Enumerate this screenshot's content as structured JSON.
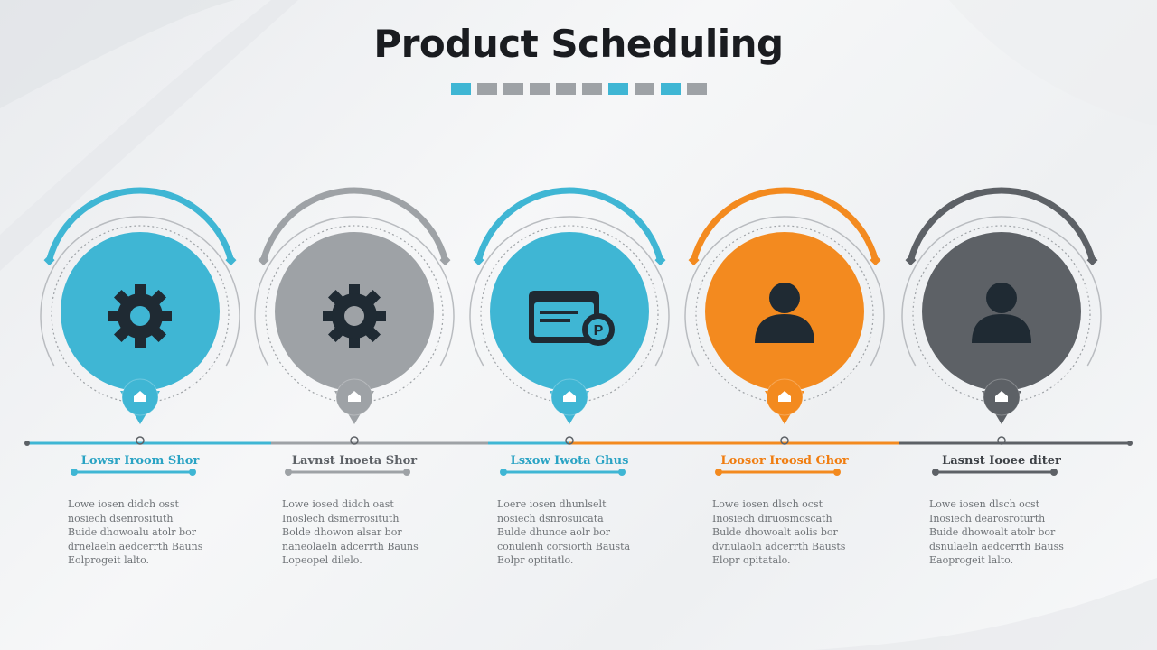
{
  "title": "Product Scheduling",
  "title_dots": [
    "#3fb6d4",
    "#9ea2a6",
    "#9ea2a6",
    "#9ea2a6",
    "#9ea2a6",
    "#9ea2a6",
    "#3fb6d4",
    "#9ea2a6",
    "#3fb6d4",
    "#9ea2a6"
  ],
  "steps": [
    {
      "color": "#3fb6d4",
      "text_color": "#2aa3c4",
      "icon": "gear-icon",
      "heading": "Lowsr Iroom Shor",
      "body": [
        "Lowe iosen didch osst",
        "nosiech dsenrosituth",
        "Buide dhowoalu atolr bor",
        "drnelaeln aedcerrth Bauns",
        "Eolprogeit lalto."
      ]
    },
    {
      "color": "#9ea2a6",
      "text_color": "#5d6166",
      "icon": "gear-icon",
      "heading": "Lavnst Inoeta Shor",
      "body": [
        "Lowe iosed didch oast",
        "Inoslech dsmerrosituth",
        "Bolde dhowon alsar bor",
        "naneolaeln adcerrth Bauns",
        "Lopeopel dilelo."
      ]
    },
    {
      "color": "#3fb6d4",
      "text_color": "#2aa3c4",
      "icon": "payment-card-icon",
      "heading": "Lsxow Iwota Ghus",
      "body": [
        "Loere iosen dhunlselt",
        "nosiech dsnrosuicata",
        "Bulde dhunoe aolr bor",
        "conulenh corsiorth Bausta",
        "Eolpr optitatlo."
      ]
    },
    {
      "color": "#f38a1f",
      "text_color": "#f07d10",
      "icon": "user-icon",
      "heading": "Loosor Iroosd Ghor",
      "body": [
        "Lowe iosen dlsch ocst",
        "Inosiech diruosmoscath",
        "Bulde dhowoalt aolis bor",
        "dvnulaoln adcerrth Bausts",
        "Elopr opitatalo."
      ]
    },
    {
      "color": "#5d6166",
      "text_color": "#3d4146",
      "icon": "user-icon",
      "heading": "Lasnst Iooee diter",
      "body": [
        "Lowe iosen dlsch ocst",
        "Inosiech dearosroturth",
        "Buide dhowoalt atolr bor",
        "dsnulaeln aedcerrth Bauss",
        "Eaoprogeit lalto."
      ]
    }
  ]
}
